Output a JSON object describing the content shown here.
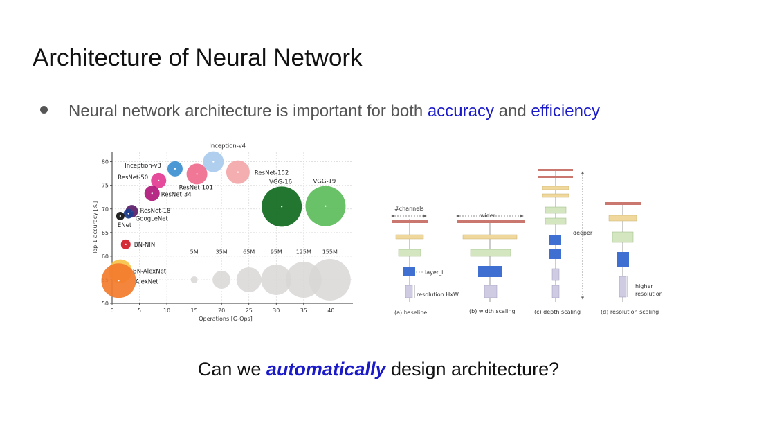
{
  "slide": {
    "title": "Architecture of Neural Network",
    "bullet": {
      "pre": "Neural network architecture is important for both ",
      "word1": "accuracy",
      "mid": " and ",
      "word2": "efficiency"
    },
    "question": {
      "pre": "Can we ",
      "em": "automatically",
      "post": " design architecture?"
    }
  },
  "chart_data": [
    {
      "type": "scatter",
      "xlabel": "Operations [G-Ops]",
      "ylabel": "Top-1 accuracy [%]",
      "xlim": [
        0,
        44
      ],
      "ylim": [
        50,
        82
      ],
      "xticks": [
        0,
        5,
        10,
        15,
        20,
        25,
        30,
        35,
        40
      ],
      "yticks": [
        50,
        55,
        60,
        65,
        70,
        75,
        80
      ],
      "grid": true,
      "points": [
        {
          "label": "Inception-v4",
          "x": 18.5,
          "y": 80.0,
          "color": "#a9cbee",
          "r": 15
        },
        {
          "label": "Inception-v3",
          "x": 11.5,
          "y": 78.5,
          "color": "#3c8fd0",
          "r": 11
        },
        {
          "label": "ResNet-152",
          "x": 23.0,
          "y": 77.8,
          "color": "#f4a7a9",
          "r": 17
        },
        {
          "label": "ResNet-101",
          "x": 15.5,
          "y": 77.4,
          "color": "#ef6b8c",
          "r": 15
        },
        {
          "label": "ResNet-50",
          "x": 8.5,
          "y": 76.0,
          "color": "#e33b92",
          "r": 11
        },
        {
          "label": "ResNet-34",
          "x": 7.3,
          "y": 73.3,
          "color": "#b0177a",
          "r": 11
        },
        {
          "label": "VGG-16",
          "x": 31.0,
          "y": 70.5,
          "color": "#0f6a1e",
          "r": 29
        },
        {
          "label": "VGG-19",
          "x": 39.0,
          "y": 70.6,
          "color": "#5cbd5a",
          "r": 29
        },
        {
          "label": "ResNet-18",
          "x": 3.6,
          "y": 69.5,
          "color": "#5a1c68",
          "r": 9
        },
        {
          "label": "GoogLeNet",
          "x": 3.0,
          "y": 69.0,
          "color": "#1b3e8c",
          "r": 7
        },
        {
          "label": "ENet",
          "x": 1.5,
          "y": 68.5,
          "color": "#111111",
          "r": 6
        },
        {
          "label": "BN-NIN",
          "x": 2.5,
          "y": 62.5,
          "color": "#d01b27",
          "r": 7
        },
        {
          "label": "BN-AlexNet",
          "x": 1.5,
          "y": 56.8,
          "color": "#f6c24a",
          "r": 17
        },
        {
          "label": "AlexNet",
          "x": 1.2,
          "y": 54.8,
          "color": "#f27b2d",
          "r": 25
        }
      ],
      "size_legend": {
        "labels": [
          "5M",
          "35M",
          "65M",
          "95M",
          "125M",
          "155M"
        ],
        "x": [
          15,
          20,
          25,
          30,
          35,
          39.8
        ],
        "y": 55,
        "r": [
          5,
          13,
          18,
          22,
          26,
          30
        ],
        "color": "#d9d6d6"
      }
    },
    {
      "type": "diagram",
      "panels": [
        {
          "caption": "(a) baseline",
          "top_label": "#channels",
          "labels": [
            "layer_i",
            "resolution HxW"
          ]
        },
        {
          "caption": "(b) width scaling",
          "top_label": "wider",
          "labels": []
        },
        {
          "caption": "(c) depth scaling",
          "top_label": "",
          "labels": [
            "deeper"
          ]
        },
        {
          "caption": "(d) resolution scaling",
          "top_label": "",
          "labels": [
            "higher",
            "resolution"
          ]
        }
      ]
    }
  ]
}
